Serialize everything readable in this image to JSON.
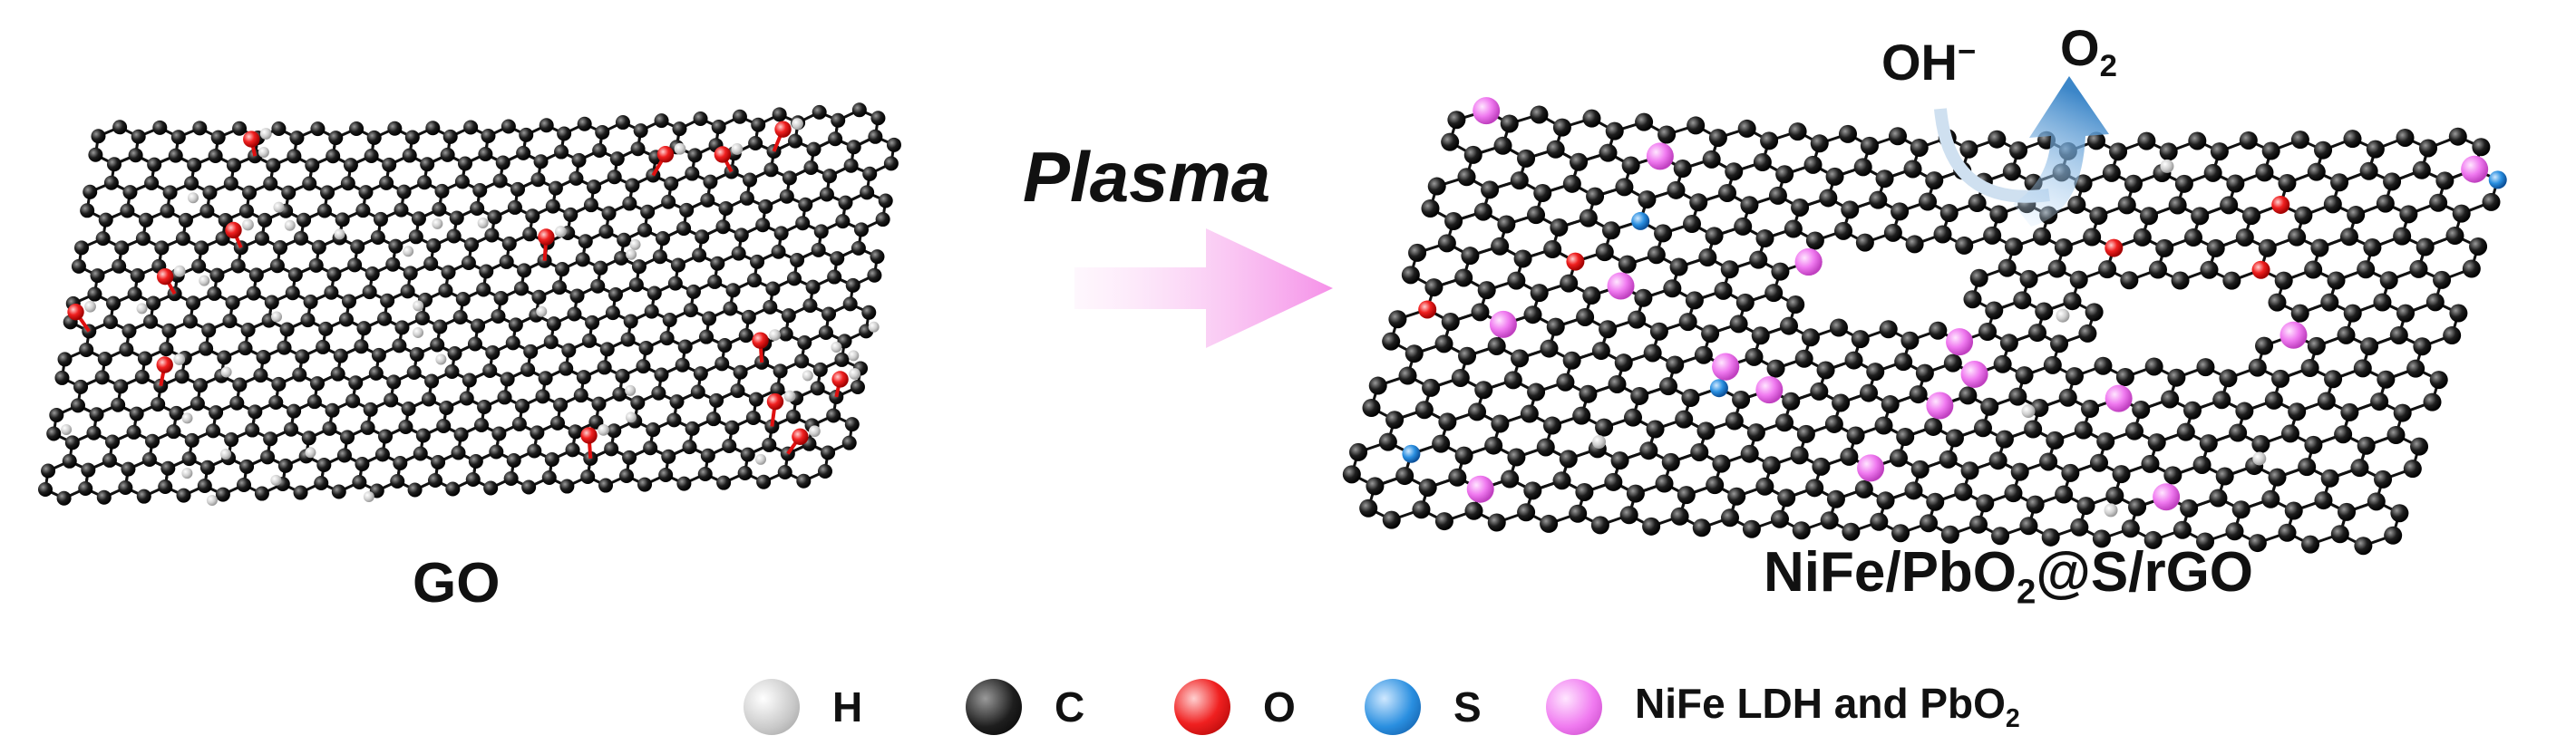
{
  "labels": {
    "left_sheet": "GO",
    "arrow": "Plasma",
    "right_sheet_main": "NiFe/PbO",
    "right_sheet_sub": "2",
    "right_sheet_rest": "@S/rGO",
    "reactant_main": "OH",
    "reactant_sup": "−",
    "product_main": "O",
    "product_sub": "2"
  },
  "legend": [
    {
      "key": "h",
      "label": "H",
      "sub": "",
      "color": "#c8c8c8"
    },
    {
      "key": "c",
      "label": "C",
      "sub": "",
      "color": "#222222"
    },
    {
      "key": "o",
      "label": "O",
      "sub": "",
      "color": "#f02020"
    },
    {
      "key": "s",
      "label": "S",
      "sub": "",
      "color": "#2a8fe0"
    },
    {
      "key": "nife",
      "label": "NiFe LDH and PbO",
      "sub": "2",
      "color": "#f07af0"
    }
  ],
  "colors": {
    "carbon": "#1a1a1a",
    "oxygen": "#f01818",
    "hydrogen": "#d0d0d0",
    "sulfur": "#2a8fe0",
    "nife_pbo2": "#f07af0",
    "plasma_arrow": "#f7a0ec",
    "o2_arrow": "#3c86c8"
  }
}
